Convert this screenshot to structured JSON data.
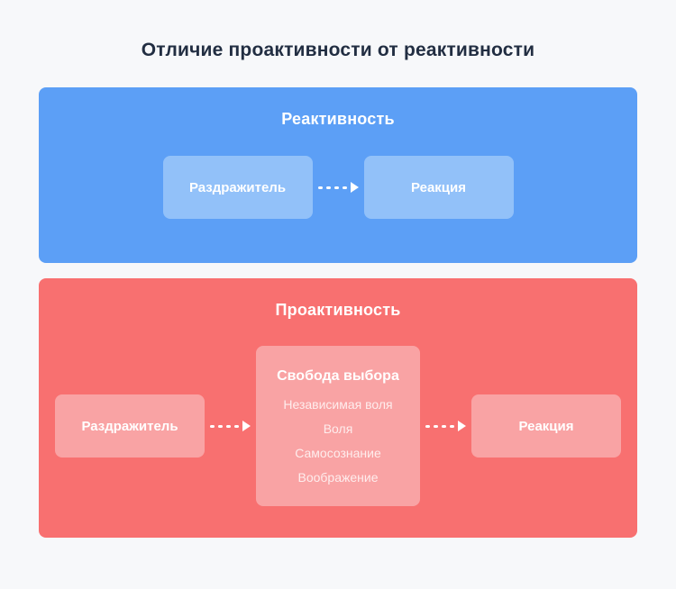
{
  "title": "Отличие проактивности от реактивности",
  "colors": {
    "page_background": "#f7f8fa",
    "title_text": "#222e42",
    "reactivity_panel": "#5c9ff6",
    "reactivity_node": "#92c1f9",
    "proactivity_panel": "#f87070",
    "proactivity_node": "#f9a3a4",
    "arrow": "#ffffff",
    "panel_text": "#ffffff"
  },
  "reactivity": {
    "heading": "Реактивность",
    "stimulus": "Раздражитель",
    "reaction": "Реакция"
  },
  "proactivity": {
    "heading": "Проактивность",
    "stimulus": "Раздражитель",
    "freedom_title": "Свобода выбора",
    "freedom_items": [
      "Независимая воля",
      "Воля",
      "Самосознание",
      "Воображение"
    ],
    "reaction": "Реакция"
  }
}
